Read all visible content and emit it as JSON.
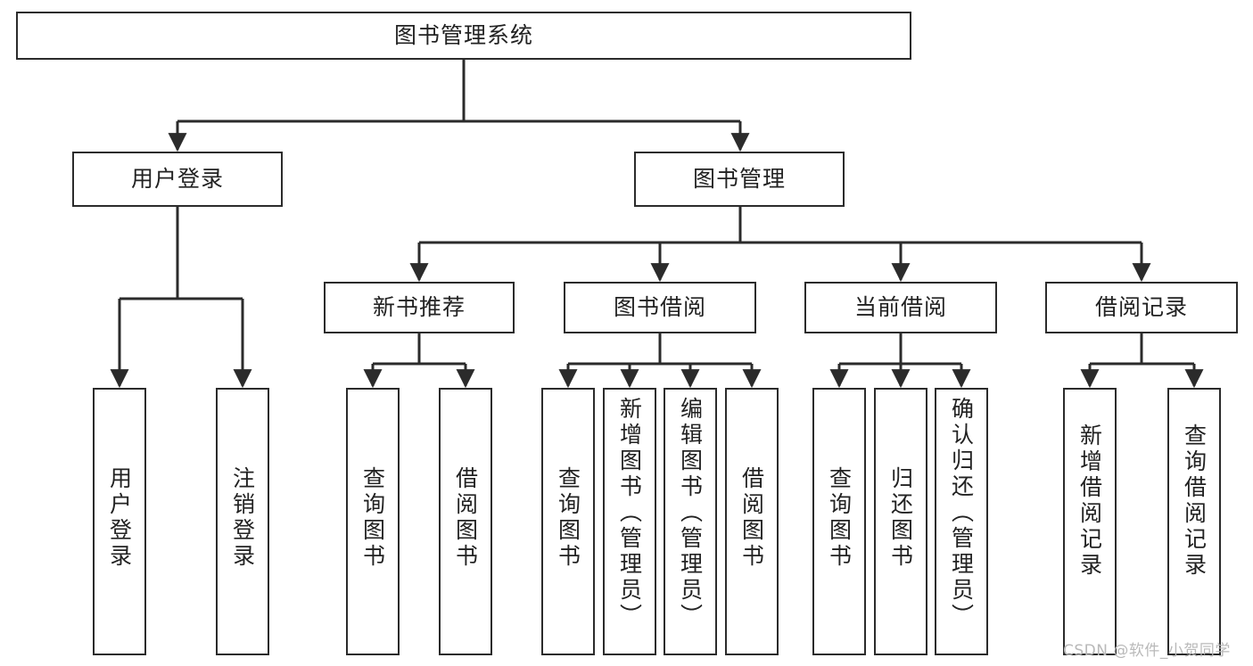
{
  "diagram": {
    "title": "图书管理系统",
    "type": "tree",
    "colors": {
      "stroke": "#2b2b2b",
      "fill": "#ffffff",
      "text": "#222222",
      "watermark": "#b9b9b9"
    },
    "watermark": "CSDN @软件_小贺同学",
    "nodes": {
      "root": {
        "label": "图书管理系统"
      },
      "level2": [
        {
          "id": "user-login",
          "label": "用户登录"
        },
        {
          "id": "book-manage",
          "label": "图书管理"
        }
      ],
      "level3": [
        {
          "id": "new-book-recommend",
          "label": "新书推荐"
        },
        {
          "id": "book-borrow",
          "label": "图书借阅"
        },
        {
          "id": "current-borrow",
          "label": "当前借阅"
        },
        {
          "id": "borrow-record",
          "label": "借阅记录"
        }
      ],
      "leaves": {
        "user-login": [
          {
            "id": "leaf-user-login",
            "label": "用户登录"
          },
          {
            "id": "leaf-logout-login",
            "label": "注销登录"
          }
        ],
        "new-book-recommend": [
          {
            "id": "leaf-query-book-1",
            "label": "查询图书"
          },
          {
            "id": "leaf-borrow-book-1",
            "label": "借阅图书"
          }
        ],
        "book-borrow": [
          {
            "id": "leaf-query-book-2",
            "label": "查询图书"
          },
          {
            "id": "leaf-add-book",
            "label": "新增图书（管理员）"
          },
          {
            "id": "leaf-edit-book",
            "label": "编辑图书（管理员）"
          },
          {
            "id": "leaf-borrow-book-2",
            "label": "借阅图书"
          }
        ],
        "current-borrow": [
          {
            "id": "leaf-query-book-3",
            "label": "查询图书"
          },
          {
            "id": "leaf-return-book",
            "label": "归还图书"
          },
          {
            "id": "leaf-confirm-return",
            "label": "确认归还（管理员）"
          }
        ],
        "borrow-record": [
          {
            "id": "leaf-add-record",
            "label": "新增借阅记录"
          },
          {
            "id": "leaf-query-record",
            "label": "查询借阅记录"
          }
        ]
      }
    }
  }
}
